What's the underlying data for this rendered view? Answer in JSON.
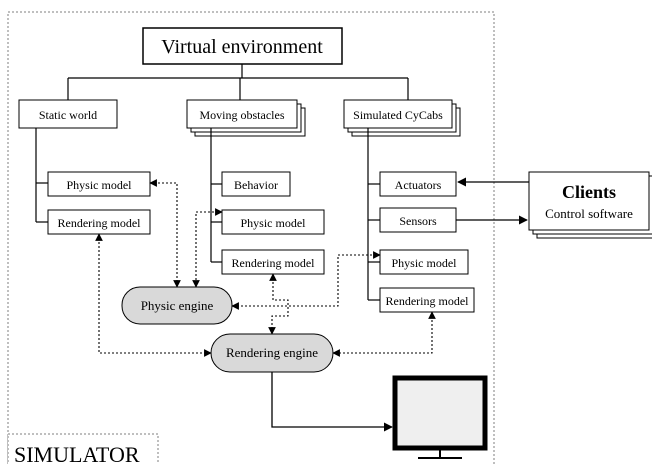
{
  "title": "Virtual environment",
  "simulator_label": "SIMULATOR",
  "groups": {
    "static_world": {
      "label": "Static world",
      "children": [
        "Physic model",
        "Rendering model"
      ]
    },
    "moving_obstacles": {
      "label": "Moving obstacles",
      "children": [
        "Behavior",
        "Physic model",
        "Rendering model"
      ]
    },
    "simulated_cycabs": {
      "label": "Simulated CyCabs",
      "children": [
        "Actuators",
        "Sensors",
        "Physic model",
        "Rendering model"
      ]
    }
  },
  "engines": {
    "physic": "Physic engine",
    "rendering": "Rendering engine"
  },
  "clients": {
    "title": "Clients",
    "subtitle": "Control software"
  },
  "colors": {
    "engine_fill": "#d9d9d9",
    "stroke": "#000000",
    "border_dotted": "#7f7f7f",
    "monitor_screen": "#efefef"
  },
  "icons": [
    "monitor-icon"
  ]
}
